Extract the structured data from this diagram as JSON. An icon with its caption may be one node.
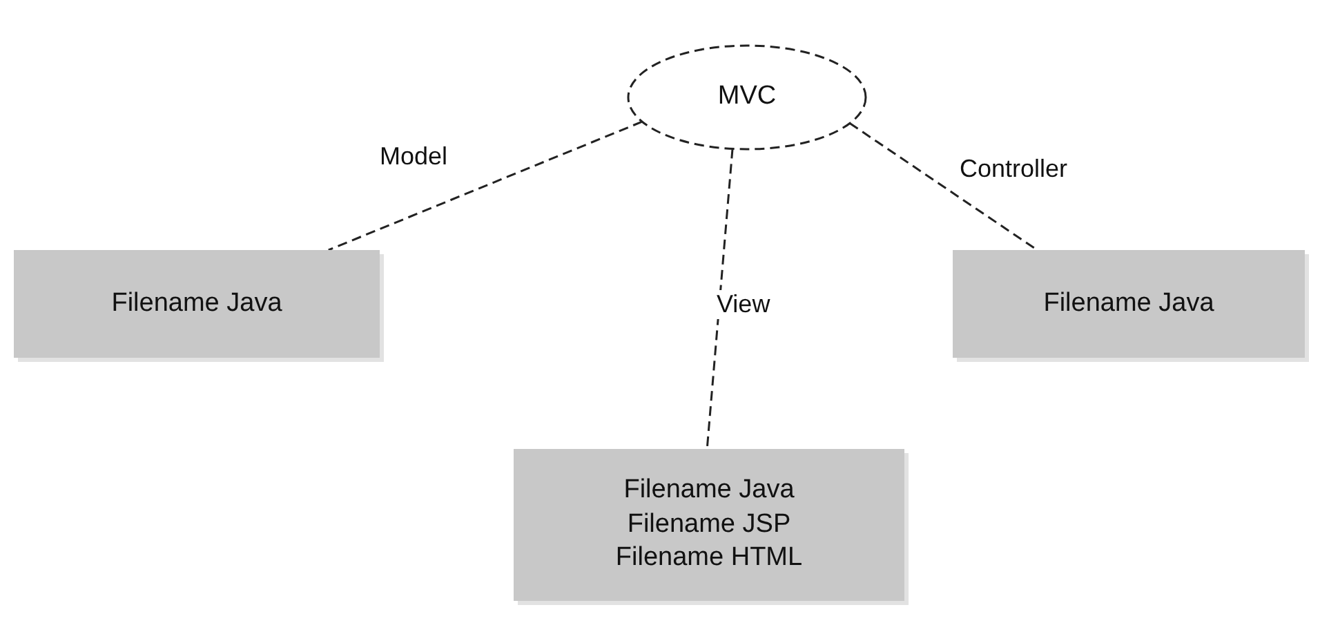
{
  "diagram": {
    "nodes": [
      {
        "text": [
          "MVC"
        ]
      },
      {
        "text": [
          "Filename Java"
        ]
      },
      {
        "text": [
          "Filename Java"
        ]
      },
      {
        "text": [
          "Filename Java",
          "Filename JSP",
          "Filename HTML"
        ]
      }
    ],
    "edges": [
      {
        "from": 0,
        "to": 1,
        "arrow": "none",
        "label": "Model",
        "style": "dashed"
      },
      {
        "from": 0,
        "to": 3,
        "arrow": "none",
        "label": "View",
        "style": "dashed"
      },
      {
        "from": 0,
        "to": 2,
        "arrow": "none",
        "label": "Controller",
        "style": "dashed"
      }
    ]
  }
}
